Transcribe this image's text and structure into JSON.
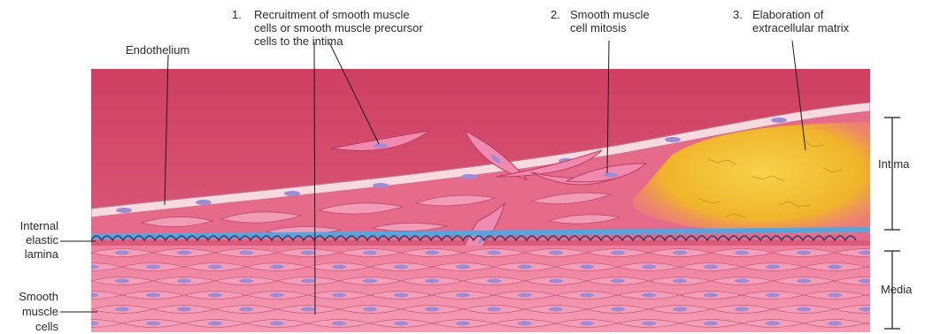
{
  "labels": {
    "endothelium": "Endothelium",
    "step1": {
      "number": "1.",
      "line1": "Recruitment of smooth muscle",
      "line2": "cells or smooth muscle precursor",
      "line3": "cells to the intima"
    },
    "step2": {
      "number": "2.",
      "line1": "Smooth muscle",
      "line2": "cell mitosis"
    },
    "step3": {
      "number": "3.",
      "line1": "Elaboration of",
      "line2": "extracellular matrix"
    },
    "internal_elastic_lamina": {
      "line1": "Internal",
      "line2": "elastic",
      "line3": "lamina"
    },
    "smooth_muscle_cells": {
      "line1": "Smooth",
      "line2": "muscle",
      "line3": "cells"
    },
    "intima": "Intima",
    "media": "Media"
  },
  "colors": {
    "lumen": "#d9506e",
    "intima": "#e9718f",
    "media": "#f089a6",
    "cell": "#f3a0ba",
    "cell_edge": "#c24a6b",
    "nucleus": "#9a8ad6",
    "endothelium": "#f6d7dd",
    "lamina": "#7ab7e6",
    "matrix": "#f2bd2e",
    "matrix_light": "#f7d85c",
    "leader": "#1a1a1a"
  }
}
